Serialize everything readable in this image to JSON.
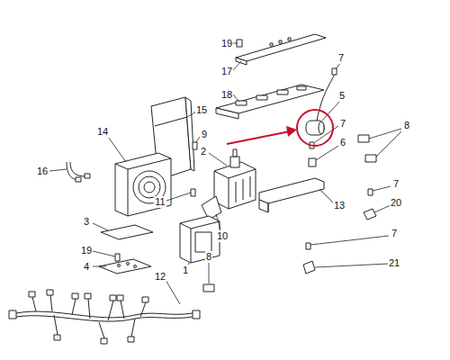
{
  "diagram": {
    "labels": [
      "19",
      "17",
      "7",
      "18",
      "5",
      "15",
      "7",
      "8",
      "9",
      "14",
      "2",
      "6",
      "16",
      "13",
      "11",
      "7",
      "20",
      "10",
      "3",
      "19",
      "8",
      "7",
      "4",
      "12",
      "1",
      "21"
    ]
  }
}
